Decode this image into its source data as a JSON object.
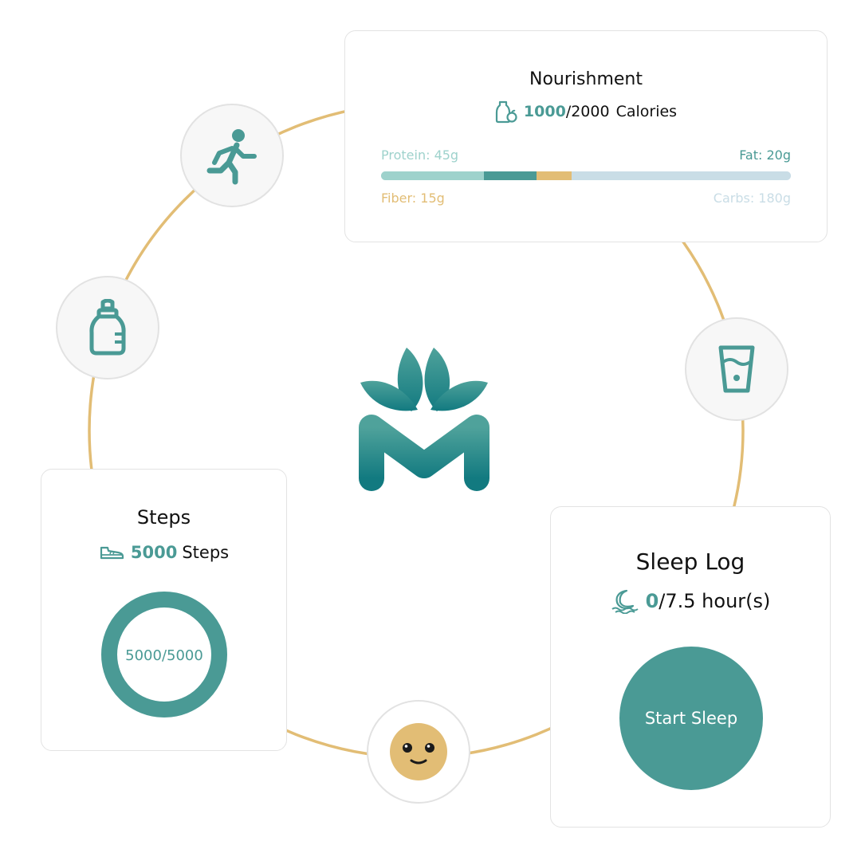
{
  "colors": {
    "accent": "#4a9a95",
    "ring": "#e2bd75",
    "protein": "#9ed2cc",
    "fat": "#4a9a95",
    "fiber": "#e2bd75",
    "carbs": "#c9dde6"
  },
  "nourishment": {
    "title": "Nourishment",
    "icon": "nutrition-bottle-icon",
    "calories_current": "1000",
    "calories_goal": "/2000",
    "calories_unit": "Calories",
    "protein_label": "Protein: 45g",
    "fat_label": "Fat: 20g",
    "fiber_label": "Fiber: 15g",
    "carbs_label": "Carbs: 180g",
    "segments": [
      {
        "name": "protein",
        "fraction": 0.25
      },
      {
        "name": "fat",
        "fraction": 0.13
      },
      {
        "name": "fiber",
        "fraction": 0.085
      },
      {
        "name": "carbs",
        "fraction": 0.535
      }
    ]
  },
  "steps": {
    "title": "Steps",
    "icon": "shoe-icon",
    "count": "5000",
    "unit": "Steps",
    "progress_text": "5000/5000",
    "progress_fraction": 1.0
  },
  "sleep": {
    "title": "Sleep Log",
    "icon": "moon-waves-icon",
    "current": "0",
    "goal": "/7.5 hour(s)",
    "button_label": "Start Sleep"
  },
  "orbit_icons": [
    "running-icon",
    "baby-bottle-icon",
    "water-glass-icon",
    "smiley-face-icon"
  ],
  "logo": "brand-logo"
}
